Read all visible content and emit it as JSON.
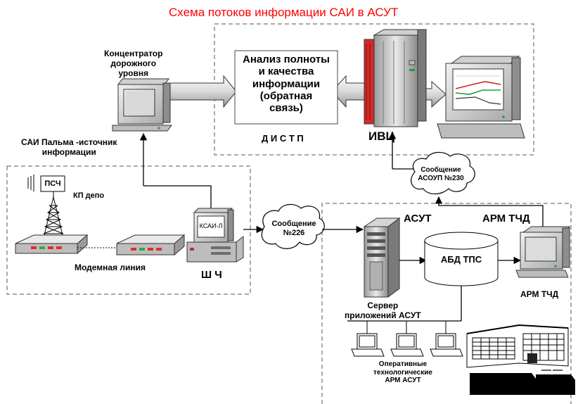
{
  "title": "Схема потоков информации САИ в АСУТ",
  "colors": {
    "title": "#ff0000",
    "psch_box": "#ffffff",
    "modem_leds": "#e8282c",
    "modem_leds_alt": "#2ea84a"
  },
  "labels": {
    "concentrator": [
      "Концентратор",
      "дорожного",
      "уровня"
    ],
    "analysis": [
      "Анализ полноты",
      "и качества",
      "информации",
      "(обратная",
      "связь)"
    ],
    "distp": "Д И С Т П",
    "ivc": "ИВЦ",
    "sai_source": [
      "САИ Пальма -источник",
      "информации"
    ],
    "psch": "ПСЧ",
    "kp_depo": "КП депо",
    "ksai": "КСАИ-Л",
    "modem_line": "Модемная линия",
    "shch": "Ш Ч",
    "msg226": [
      "Сообщение",
      "№226"
    ],
    "msg230": [
      "Сообщение",
      "АСОУП №230"
    ],
    "asut": "АСУТ",
    "arm_tchd_top": "АРМ ТЧД",
    "abd_tps": "АБД ТПС",
    "arm_tchd_bottom": "АРМ ТЧД",
    "server": [
      "Сервер",
      "приложений АСУТ"
    ],
    "operative": [
      "Оперативные",
      "технологические",
      "АРМ АСУТ"
    ]
  }
}
